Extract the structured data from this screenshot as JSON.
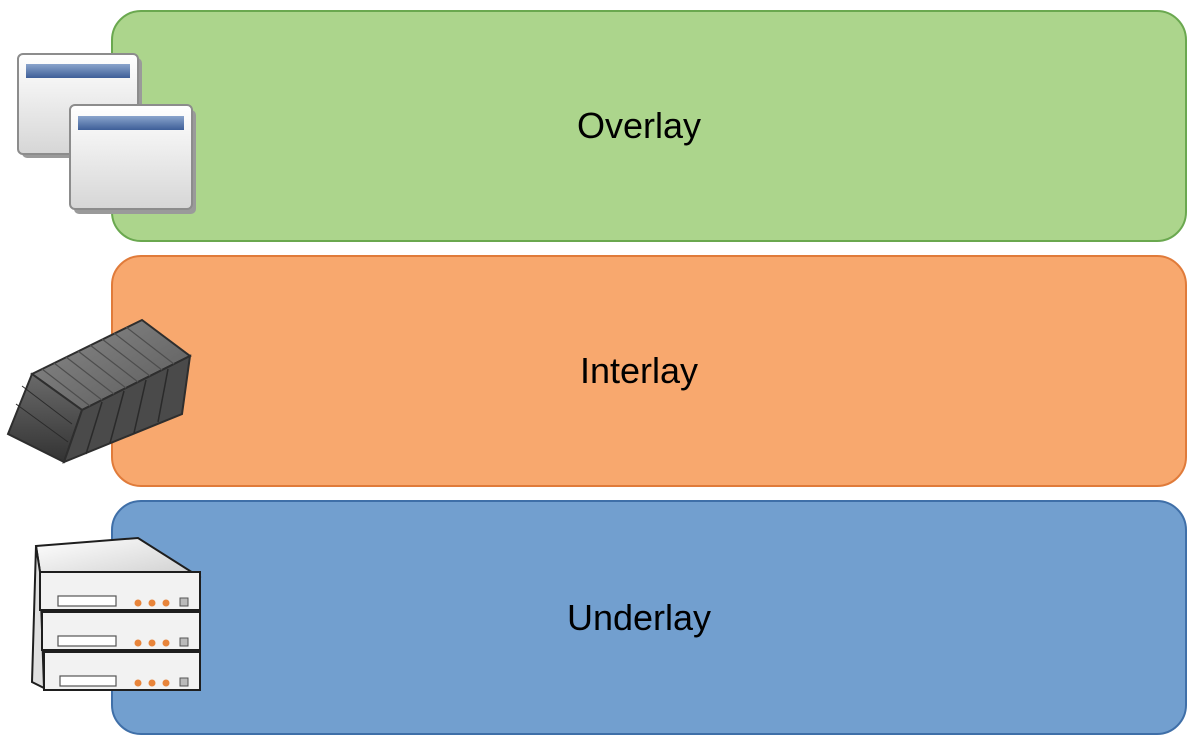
{
  "layers": [
    {
      "id": "overlay",
      "label": "Overlay",
      "fill": "#acd58c",
      "stroke": "#6aa84f",
      "icon": "application-windows-icon"
    },
    {
      "id": "interlay",
      "label": "Interlay",
      "fill": "#f8a86e",
      "stroke": "#e07b3a",
      "icon": "shipping-container-icon"
    },
    {
      "id": "underlay",
      "label": "Underlay",
      "fill": "#729fcf",
      "stroke": "#3f6fa8",
      "icon": "server-stack-icon"
    }
  ]
}
